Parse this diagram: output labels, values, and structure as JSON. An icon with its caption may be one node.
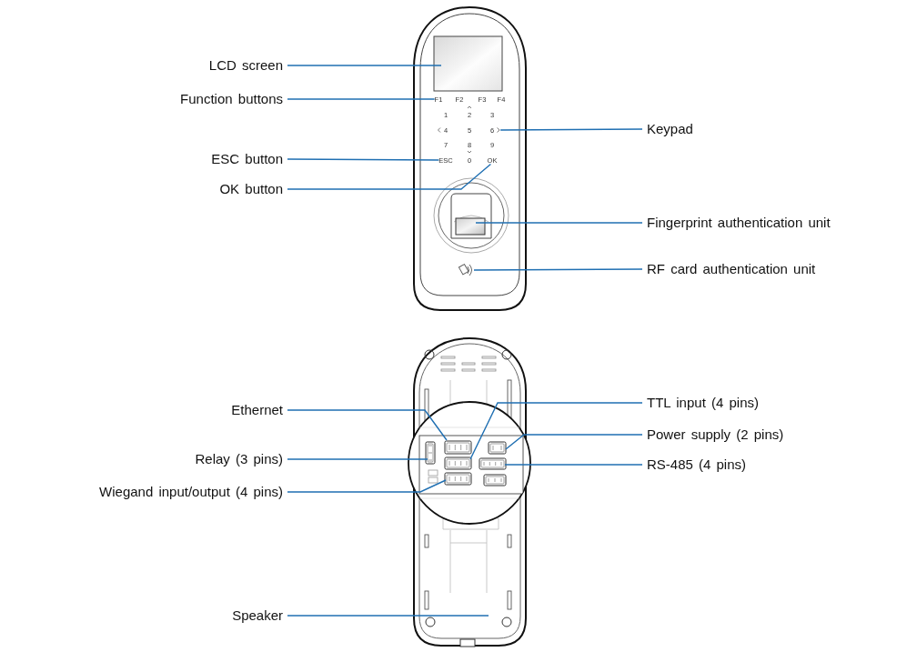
{
  "diagram": {
    "nodes": [
      {
        "text": [
          "LCD screen"
        ]
      },
      {
        "text": [
          "Function buttons"
        ]
      },
      {
        "text": [
          "Keypad"
        ]
      },
      {
        "text": [
          "ESC button"
        ]
      },
      {
        "text": [
          "OK button"
        ]
      },
      {
        "text": [
          "Fingerprint authentication unit"
        ]
      },
      {
        "text": [
          "RF card authentication unit"
        ]
      },
      {
        "text": [
          "TTL input (4 pins)"
        ]
      },
      {
        "text": [
          "Ethernet"
        ]
      },
      {
        "text": [
          "Power supply (2 pins)"
        ]
      },
      {
        "text": [
          "Relay (3 pins)"
        ]
      },
      {
        "text": [
          "RS-485 (4 pins)"
        ]
      },
      {
        "text": [
          "Wiegand input/output (4 pins)"
        ]
      },
      {
        "text": [
          "Speaker"
        ]
      },
      {
        "text": [
          "F1"
        ]
      },
      {
        "text": [
          "6"
        ]
      },
      {
        "text": [
          "ESC"
        ]
      },
      {
        "text": [
          "OK"
        ]
      }
    ],
    "edges": [
      {
        "from": 0,
        "to": null,
        "arrow": "none"
      },
      {
        "from": 1,
        "to": 14,
        "arrow": "none"
      },
      {
        "from": 2,
        "to": 15,
        "arrow": "none"
      },
      {
        "from": 3,
        "to": 16,
        "arrow": "none"
      },
      {
        "from": 4,
        "to": 17,
        "arrow": "none"
      },
      {
        "from": 5,
        "to": null,
        "arrow": "none"
      },
      {
        "from": 6,
        "to": null,
        "arrow": "none"
      },
      {
        "from": 7,
        "to": null,
        "arrow": "none"
      },
      {
        "from": 8,
        "to": null,
        "arrow": "none"
      },
      {
        "from": 9,
        "to": null,
        "arrow": "none"
      },
      {
        "from": 10,
        "to": null,
        "arrow": "none"
      },
      {
        "from": 11,
        "to": null,
        "arrow": "none"
      },
      {
        "from": 12,
        "to": null,
        "arrow": "none"
      },
      {
        "from": 13,
        "to": null,
        "arrow": "none"
      }
    ],
    "labels": [
      "F2",
      "F3",
      "F4",
      "1",
      "2",
      "3",
      "4",
      "5",
      "7",
      "8",
      "9",
      "0"
    ]
  }
}
